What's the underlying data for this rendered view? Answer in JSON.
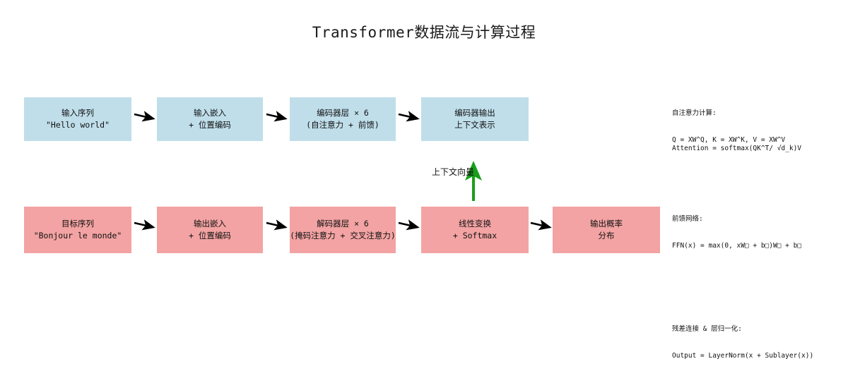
{
  "title": "Transformer数据流与计算过程",
  "colors": {
    "encoder_box": "#bfdeea",
    "decoder_box": "#f3a3a3",
    "arrow": "#000000",
    "context_arrow": "#1a9e1a",
    "background": "#ffffff"
  },
  "encoder_row": {
    "name": "encoder-pipeline",
    "nodes": [
      {
        "line1": "输入序列",
        "line2": "\"Hello world\""
      },
      {
        "line1": "输入嵌入",
        "line2": "+ 位置编码"
      },
      {
        "line1": "编码器层 × 6",
        "line2": "(自注意力 + 前馈)"
      },
      {
        "line1": "编码器输出",
        "line2": "上下文表示"
      }
    ]
  },
  "decoder_row": {
    "name": "decoder-pipeline",
    "nodes": [
      {
        "line1": "目标序列",
        "line2": "\"Bonjour le monde\""
      },
      {
        "line1": "输出嵌入",
        "line2": "+ 位置编码"
      },
      {
        "line1": "解码器层 × 6",
        "line2": "(掩码注意力 + 交叉注意力)"
      },
      {
        "line1": "线性变换",
        "line2": "+ Softmax"
      },
      {
        "line1": "输出概率",
        "line2": "分布"
      }
    ]
  },
  "context_link": {
    "label": "上下文向量"
  },
  "annotations": [
    {
      "header": "自注意力计算:",
      "body": "Q = XW^Q, K = XW^K, V = XW^V\nAttention = softmax(QK^T/ √d_k)V"
    },
    {
      "header": "前馈网络:",
      "body": "FFN(x) = max(0, xW□ + b□)W□ + b□"
    },
    {
      "header": "残差连接 & 层归一化:",
      "body": "Output = LayerNorm(x + Sublayer(x))"
    }
  ]
}
